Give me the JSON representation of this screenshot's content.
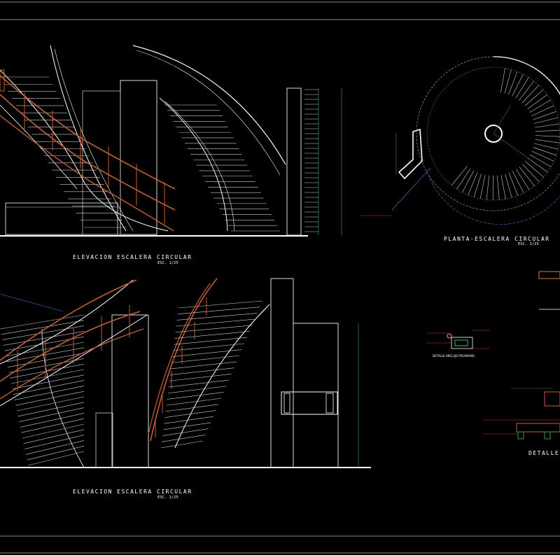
{
  "colors": {
    "background": "#000000",
    "frame": "#8a8a7a",
    "white": "#ffffff",
    "copper": "#c0603a",
    "grey": "#8a8a8a",
    "green": "#2e7d4a",
    "red": "#d03030",
    "blue": "#4a7ad0"
  },
  "elevation_top": {
    "title": "ELEVACION  ESCALERA  CIRCULAR",
    "scale": "ESC. 1/25"
  },
  "elevation_bottom": {
    "title": "ELEVACION  ESCALERA  CIRCULAR",
    "scale": "ESC. 1/25"
  },
  "plan": {
    "title": "PLANTA-ESCALERA  CIRCULAR",
    "scale": "ESC. 1/25"
  },
  "detalle": {
    "title": "DETALLE"
  },
  "anchor_detail": {
    "caption": "DETALLE ANCLAJE PASAMANO"
  }
}
